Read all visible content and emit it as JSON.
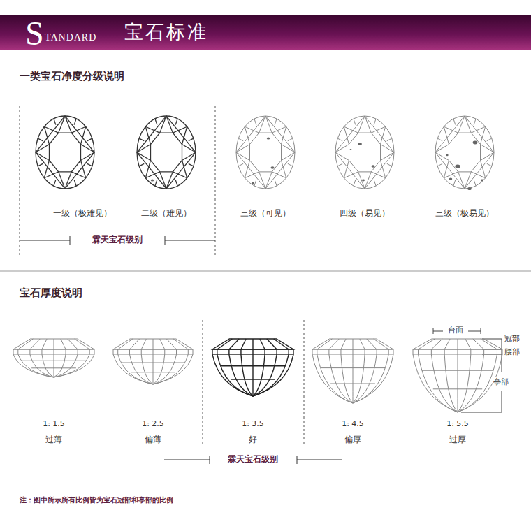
{
  "diagram": {
    "nodes": [
      {
        "text": [
          "S",
          "TANDARD",
          "宝石标准"
        ]
      }
    ],
    "labels": [
      "一类宝石净度分级说明",
      "一级（极难见）",
      "二级（难见）",
      "三级（可见）",
      "四级（易见）",
      "三级（极易见）",
      "霖天宝石级别",
      "宝石厚度说明",
      "1: 1.5",
      "过薄",
      "1: 2.5",
      "偏薄",
      "1: 3.5",
      "好",
      "1: 4.5",
      "偏厚",
      "1: 5.5",
      "过厚",
      "台面",
      "冠部",
      "腰部",
      "亭部",
      "霖天宝石级别",
      "注：图中所示所有比例皆为宝石冠部和亭部的比例"
    ]
  }
}
